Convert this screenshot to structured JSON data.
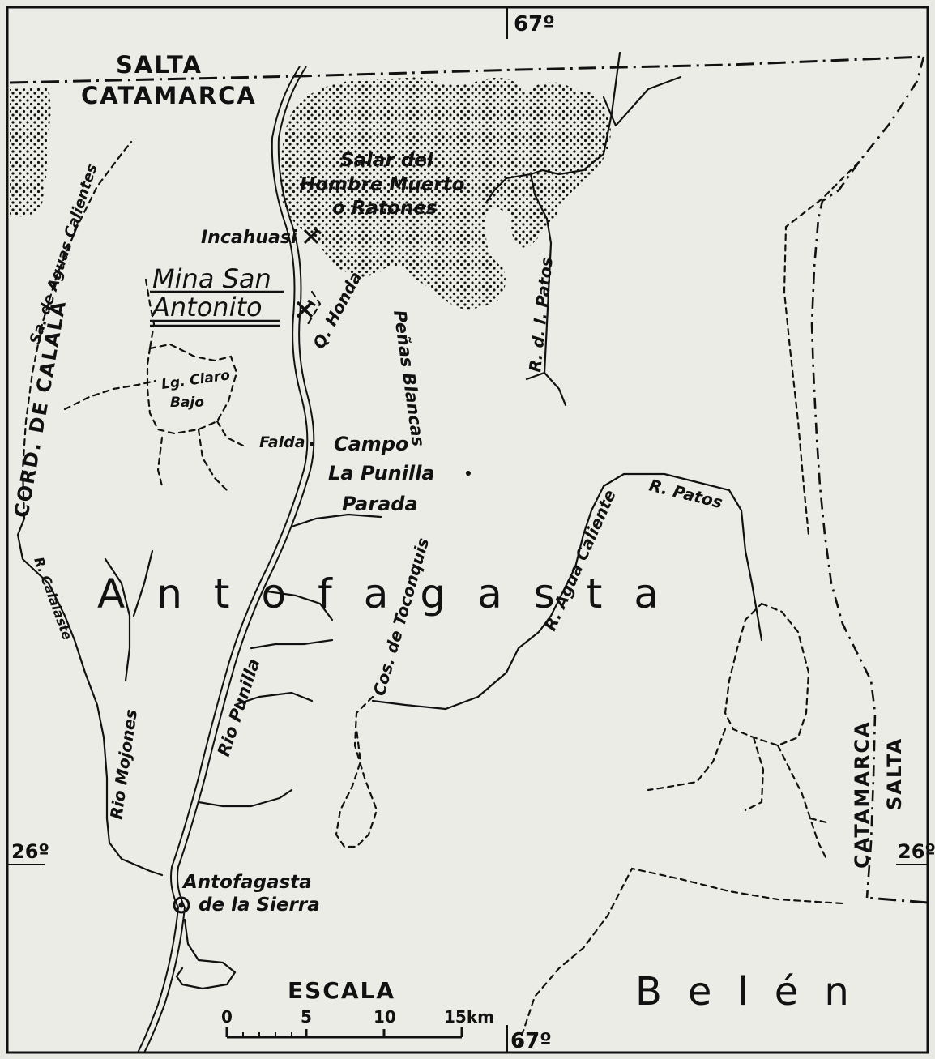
{
  "labels": {
    "salta_top": "SALTA",
    "catamarca_top": "CATAMARCA",
    "lon_top": "67º",
    "lon_bottom": "67º",
    "lat_left": "26º",
    "lat_right": "26º",
    "salar_1": "Salar del",
    "salar_2": "Hombre Muerto",
    "salar_3": "o Ratones",
    "incahuasi": "Incahuasi",
    "mina_1": "Mina San",
    "mina_2": "Antonito",
    "q_honda": "Q. Honda",
    "penas_blancas": "Peñas Blancas",
    "rdl_patos": "R. d. l. Patos",
    "sa_aguas": "Sa. de Aguas Calientes",
    "cord_calala": "CORD. DE CALALA",
    "lg_claro_1": "Lg. Claro",
    "lg_claro_2": "Bajo",
    "falda": "Falda",
    "campo": "Campo",
    "la_punilla": "La Punilla",
    "parada": "Parada",
    "r_patos": "R. Patos",
    "r_agua": "R. Agua Caliente",
    "cos_toconquis": "Cos. de Toconquis",
    "antofagasta_region": "Antofagasta",
    "r_calalaste": "R. Calalaste",
    "rio_mojones": "Rio Mojones",
    "rio_punilla": "Rio Punilla",
    "catamarca_right": "CATAMARCA",
    "salta_right": "SALTA",
    "town_1": "Antofagasta",
    "town_2": "de la Sierra",
    "belen_region": "Belén",
    "escala": "ESCALA",
    "scale_0": "0",
    "scale_5": "5",
    "scale_10": "10",
    "scale_15": "15km"
  },
  "icons": [
    "mine-icon",
    "town-marker-icon"
  ],
  "colors": {
    "ink": "#111111",
    "paper": "#e9e9e4"
  }
}
